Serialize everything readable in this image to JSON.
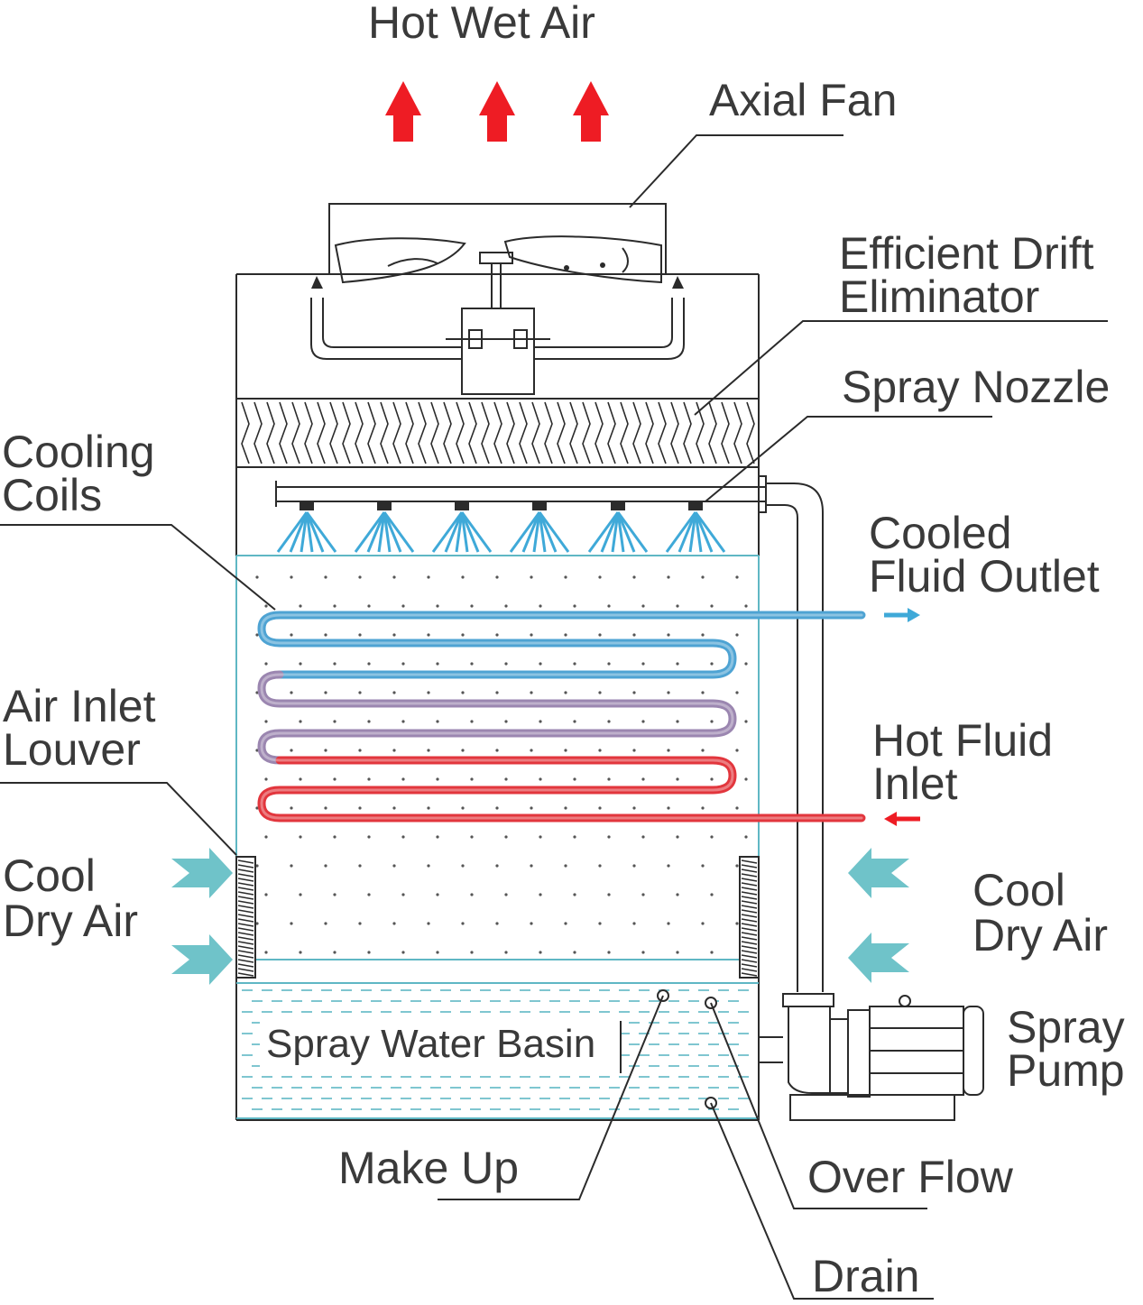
{
  "labels": {
    "hot_wet_air": "Hot Wet Air",
    "axial_fan": "Axial Fan",
    "drift_eliminator_line1": "Efficient Drift",
    "drift_eliminator_line2": "Eliminator",
    "spray_nozzle": "Spray Nozzle",
    "cooling_coils_line1": "Cooling",
    "cooling_coils_line2": "Coils",
    "cooled_fluid_outlet_line1": "Cooled",
    "cooled_fluid_outlet_line2": "Fluid Outlet",
    "air_inlet_louver_line1": "Air Inlet",
    "air_inlet_louver_line2": "Louver",
    "hot_fluid_inlet_line1": "Hot Fluid",
    "hot_fluid_inlet_line2": "Inlet",
    "cool_dry_air_left_line1": "Cool",
    "cool_dry_air_left_line2": "Dry Air",
    "cool_dry_air_right_line1": "Cool",
    "cool_dry_air_right_line2": "Dry Air",
    "spray_water_basin": "Spray Water Basin",
    "spray_pump_line1": "Spray",
    "spray_pump_line2": "Pump",
    "make_up": "Make Up",
    "over_flow": "Over Flow",
    "drain": "Drain"
  },
  "colors": {
    "hot_air_arrow": "#ee1c24",
    "cool_air_arrow": "#6fc3c9",
    "spray": "#3fa9d8",
    "coil_cold": "#4ea3d3",
    "coil_mid": "#9b86b0",
    "coil_hot": "#e2363d",
    "water": "#5fb7c4",
    "outline": "#2b2b2b"
  }
}
